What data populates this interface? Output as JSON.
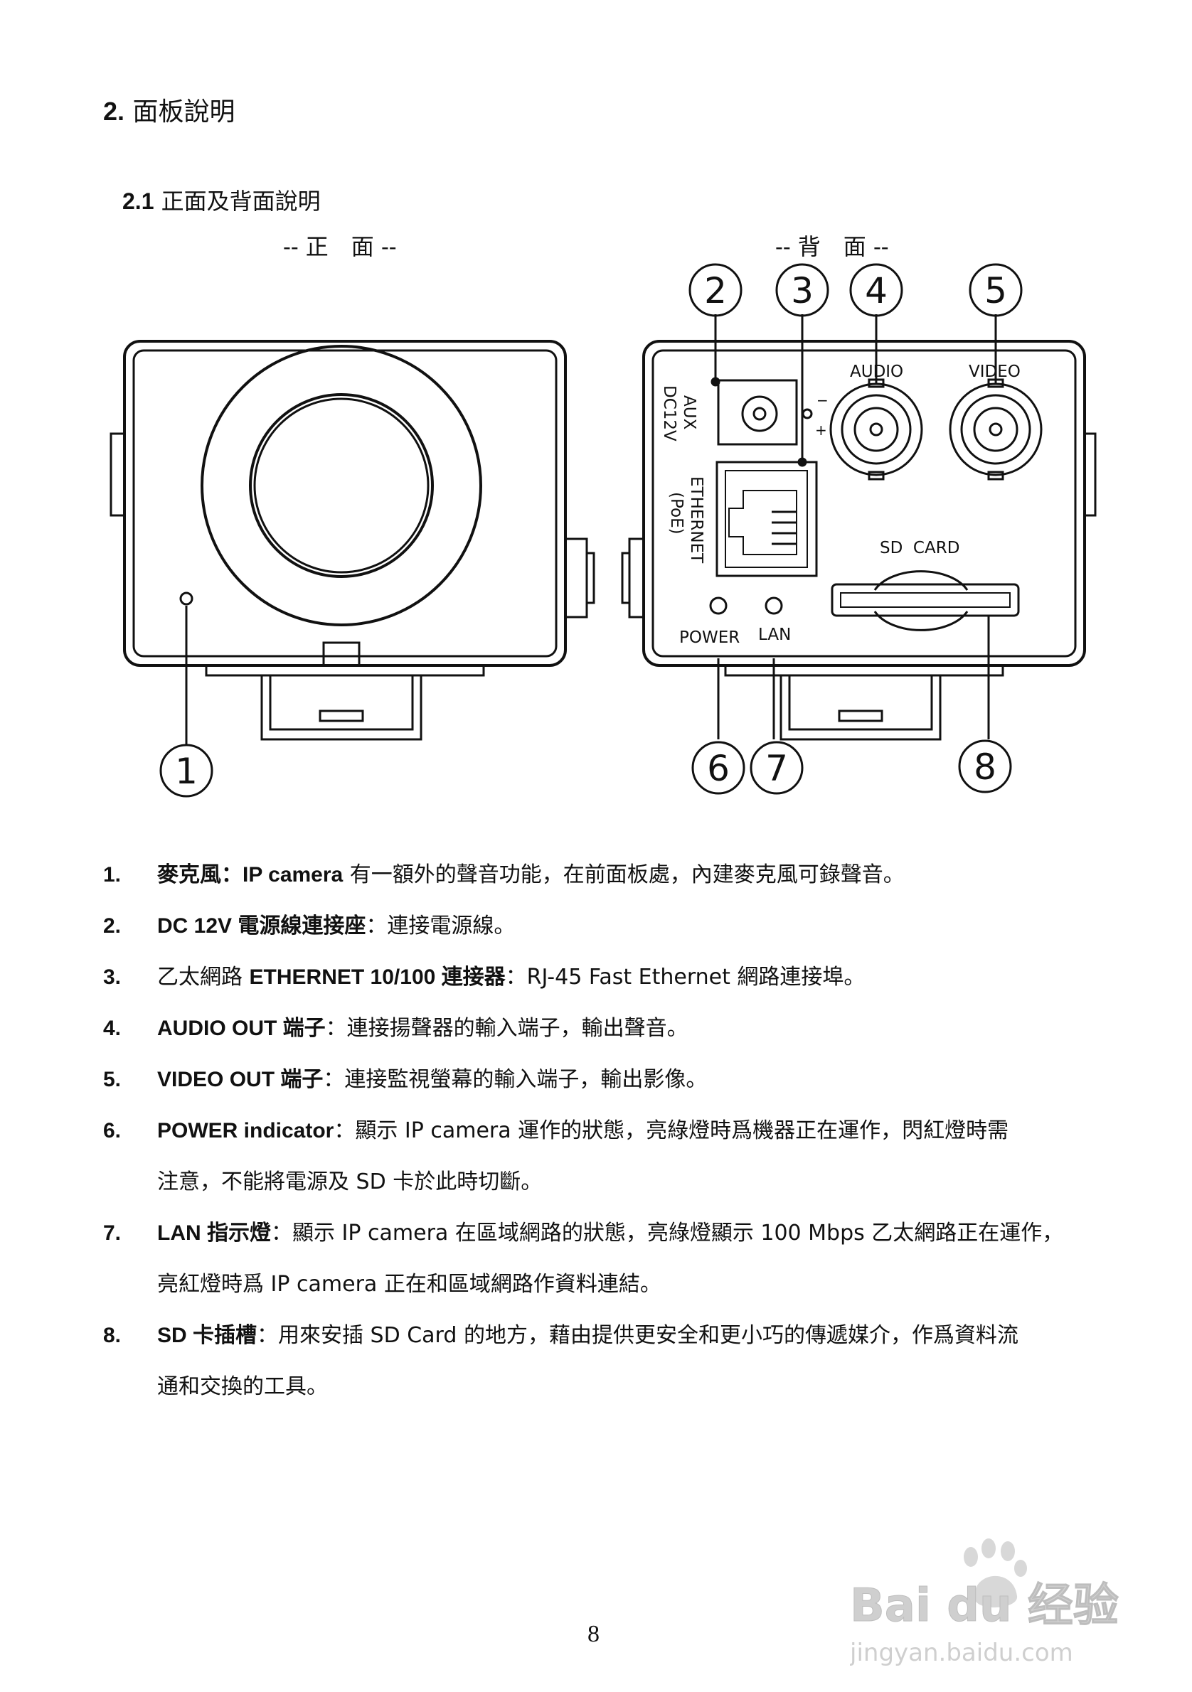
{
  "section": {
    "num": "2.",
    "title": "面板說明"
  },
  "subsection": {
    "num": "2.1",
    "title": "正面及背面說明"
  },
  "views": {
    "front": "-- 正　面 --",
    "back": "-- 背　面 --"
  },
  "callouts": [
    "1",
    "2",
    "3",
    "4",
    "5",
    "6",
    "7",
    "8"
  ],
  "panel_labels": {
    "aux": "AUX",
    "dc12v": "DC12V",
    "minus": "−",
    "plus": "+",
    "audio": "AUDIO",
    "video": "VIDEO",
    "ethernet": "ETHERNET",
    "poe": "(PoE)",
    "sd_card": "SD  CARD",
    "power": "POWER",
    "lan": "LAN"
  },
  "items": [
    {
      "num": "1.",
      "term": "麥克風：IP camera",
      "desc": " 有一額外的聲音功能，在前面板處，內建麥克風可錄聲音。",
      "cont": ""
    },
    {
      "num": "2.",
      "term": "DC 12V 電源線連接座",
      "desc": "：連接電源線。",
      "cont": ""
    },
    {
      "num": "3.",
      "term_pre": "乙太網路 ",
      "term": "ETHERNET 10/100 連接器",
      "desc": "：RJ-45 Fast Ethernet 網路連接埠。",
      "cont": ""
    },
    {
      "num": "4.",
      "term": "AUDIO OUT 端子",
      "desc": "：連接揚聲器的輸入端子，輸出聲音。",
      "cont": ""
    },
    {
      "num": "5.",
      "term": "VIDEO OUT 端子",
      "desc": "：連接監視螢幕的輸入端子，輸出影像。",
      "cont": ""
    },
    {
      "num": "6.",
      "term": "POWER indicator",
      "desc": "：顯示 IP camera 運作的狀態，亮綠燈時爲機器正在運作，閃紅燈時需",
      "cont": "注意，不能將電源及 SD 卡於此時切斷。"
    },
    {
      "num": "7.",
      "term": "LAN 指示燈",
      "desc": "：顯示 IP camera 在區域網路的狀態，亮綠燈顯示 100 Mbps 乙太網路正在運作，",
      "cont": "亮紅燈時爲 IP camera 正在和區域網路作資料連結。"
    },
    {
      "num": "8.",
      "term": "SD 卡插槽",
      "desc": "：用來安插 SD Card 的地方，藉由提供更安全和更小巧的傳遞媒介，作爲資料流",
      "cont": "通和交換的工具。"
    }
  ],
  "page_number": "8",
  "watermark": {
    "brand": "Bai du 经验",
    "url": "jingyan.baidu.com"
  }
}
